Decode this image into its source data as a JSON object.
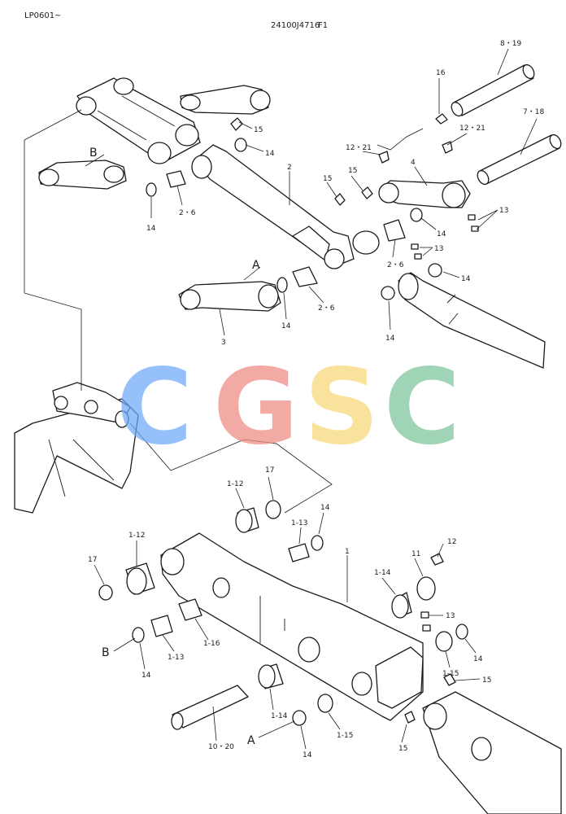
{
  "header": {
    "code": "LP0601~",
    "drawing_no": "24100J4716",
    "figure": "F1"
  },
  "watermark": {
    "letters": [
      "C",
      "G",
      "S",
      "C"
    ],
    "colors": [
      "#6ea8f7",
      "#f08a82",
      "#f8d977",
      "#7cc49b"
    ]
  },
  "callouts": {
    "c8_19": "8・19",
    "c7_18": "7・18",
    "c16": "16",
    "c15a": "15",
    "c14a": "14",
    "c12_21a": "12・21",
    "c12_21b": "12・21",
    "cBtop": "B",
    "c2": "2",
    "c4": "4",
    "c15b": "15",
    "c15c": "15",
    "c13a": "13",
    "c13b": "13",
    "c14b": "14",
    "c2_6a": "2・6",
    "c14c": "14",
    "c2_6b": "2・6",
    "cAtop": "A",
    "c14d": "14",
    "c2_6c": "2・6",
    "c3": "3",
    "c14e": "14",
    "c14f": "14",
    "c1_12a": "1-12",
    "c17a": "17",
    "c1_13a": "1-13",
    "c14g": "14",
    "c1_12b": "1-12",
    "c17b": "17",
    "c1": "1",
    "c11": "11",
    "c12": "12",
    "c1_14a": "1-14",
    "c13c": "13",
    "cBbot": "B",
    "c1_13b": "1-13",
    "c1_16": "1-16",
    "c14h": "14",
    "c14i": "14",
    "c1_15a": "1-15",
    "c15d": "15",
    "c1_14b": "1-14",
    "c1_15b": "1-15",
    "cAbot": "A",
    "c14j": "14",
    "c10_20": "10・20",
    "c15e": "15"
  }
}
